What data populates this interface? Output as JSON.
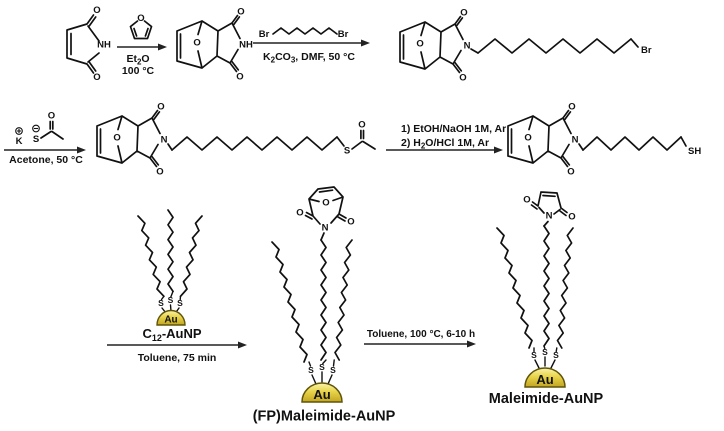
{
  "figure": {
    "type": "chemical-reaction-scheme",
    "background": "#ffffff",
    "line_color": "#111111",
    "gold_fill": "#e8d44a",
    "gold_edge": "#5f540a"
  },
  "atoms": {
    "o": "O",
    "n": "N",
    "nh": "NH",
    "br": "Br",
    "s": "S",
    "sh": "SH",
    "k": "K",
    "au": "Au"
  },
  "arrows": {
    "a1": {
      "l1": [
        "Et",
        "2",
        "O"
      ],
      "l2": "100 °C"
    },
    "a2": {
      "br_left": "Br",
      "br_right": "Br",
      "below": [
        "K",
        "2",
        "CO",
        "3",
        ", DMF, 50 °C"
      ]
    },
    "a3": {
      "below": "Acetone, 50 °C"
    },
    "a4": {
      "l1": "1) EtOH/NaOH 1M, Ar",
      "l2": [
        "2) H",
        "2",
        "O/HCl 1M, Ar"
      ]
    },
    "a5": {
      "below": "Toluene, 75 min"
    },
    "a6": {
      "above": "Toluene, 100 °C, 6-10 h"
    }
  },
  "particles": {
    "c12": {
      "label": [
        "C",
        "12",
        "-AuNP"
      ]
    },
    "fp": {
      "label": "(FP)Maleimide-AuNP"
    },
    "mal": {
      "label": "Maleimide-AuNP"
    }
  }
}
